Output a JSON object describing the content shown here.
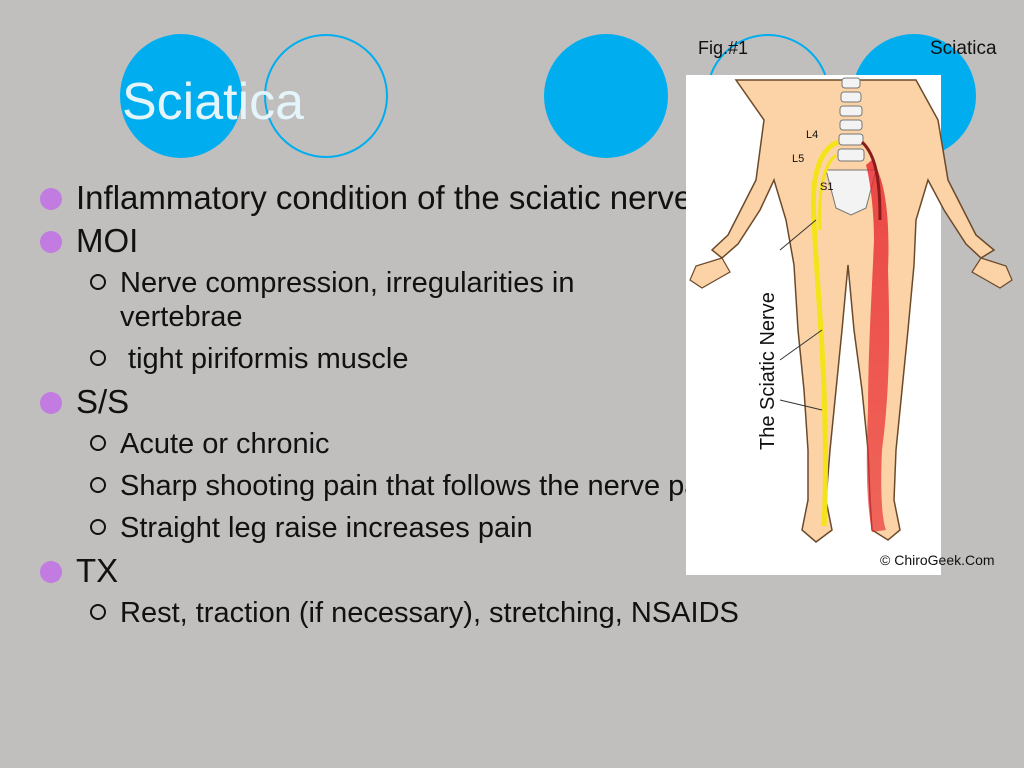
{
  "slide": {
    "title": "Sciatica",
    "colors": {
      "accent": "#00aeef",
      "background": "#c0bfbd",
      "bullet": "#c27be0"
    }
  },
  "content": {
    "items": [
      {
        "text": "Inflammatory condition of the sciatic nerve"
      },
      {
        "text": "MOI"
      },
      {
        "text": "Nerve compression, irregularities in vertebrae"
      },
      {
        "text": " tight piriformis muscle"
      },
      {
        "text": "S/S"
      },
      {
        "text": "Acute or chronic"
      },
      {
        "text": "Sharp shooting pain that follows the nerve pathway"
      },
      {
        "text": "Straight leg raise increases pain"
      },
      {
        "text": "TX"
      },
      {
        "text": "Rest, traction (if necessary), stretching, NSAIDS"
      }
    ]
  },
  "figure": {
    "fig_label": "Fig.#1",
    "fig_title": "Sciatica",
    "nerve_label": "The Sciatic Nerve",
    "labels": {
      "l4": "L4",
      "l5": "L5",
      "s1": "S1"
    },
    "credit": "© ChiroGeek.Com"
  }
}
